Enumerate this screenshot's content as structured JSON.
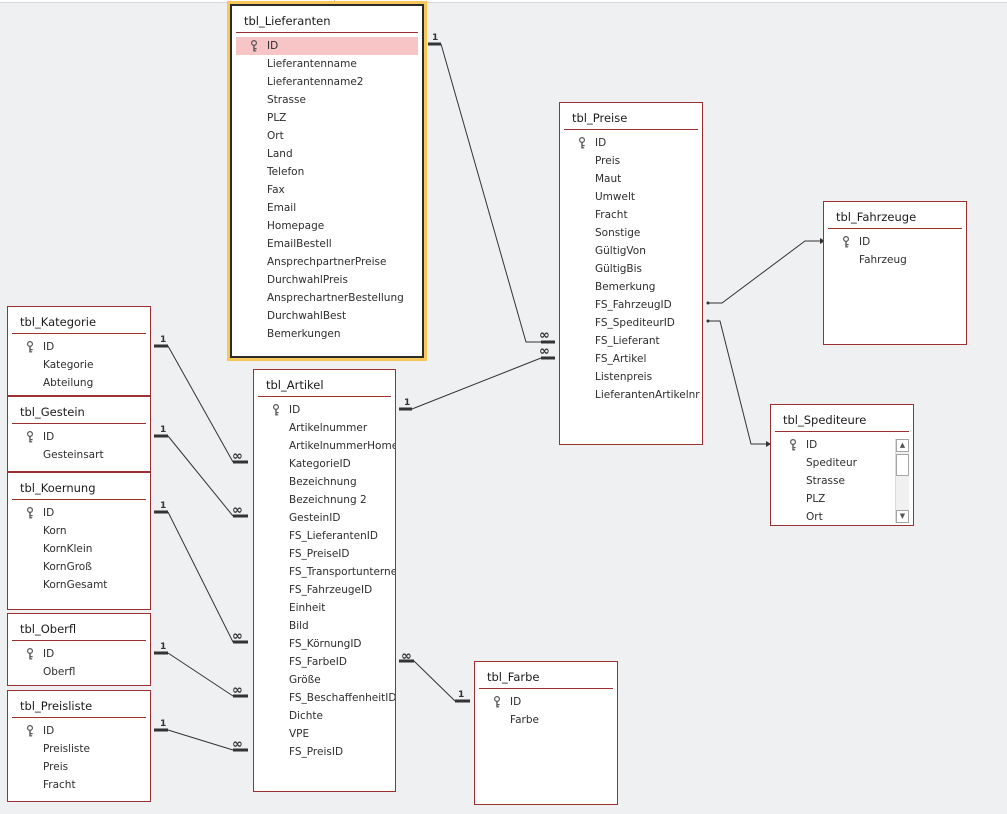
{
  "tables": [
    {
      "id": "lieferanten",
      "name": "tbl_Lieferanten",
      "fields": [
        "ID",
        "Lieferantenname",
        "Lieferantenname2",
        "Strasse",
        "PLZ",
        "Ort",
        "Land",
        "Telefon",
        "Fax",
        "Email",
        "Homepage",
        "EmailBestell",
        "AnsprechpartnerPreise",
        "DurchwahlPreis",
        "AnsprechartnerBestellung",
        "DurchwahlBest",
        "Bemerkungen"
      ]
    },
    {
      "id": "preise",
      "name": "tbl_Preise",
      "fields": [
        "ID",
        "Preis",
        "Maut",
        "Umwelt",
        "Fracht",
        "Sonstige",
        "GültigVon",
        "GültigBis",
        "Bemerkung",
        "FS_FahrzeugID",
        "FS_SpediteurID",
        "FS_Lieferant",
        "FS_Artikel",
        "Listenpreis",
        "LieferantenArtikelnr"
      ]
    },
    {
      "id": "fahrzeuge",
      "name": "tbl_Fahrzeuge",
      "fields": [
        "ID",
        "Fahrzeug"
      ]
    },
    {
      "id": "spediteure",
      "name": "tbl_Spediteure",
      "fields": [
        "ID",
        "Spediteur",
        "Strasse",
        "PLZ",
        "Ort"
      ]
    },
    {
      "id": "kategorie",
      "name": "tbl_Kategorie",
      "fields": [
        "ID",
        "Kategorie",
        "Abteilung"
      ]
    },
    {
      "id": "gestein",
      "name": "tbl_Gestein",
      "fields": [
        "ID",
        "Gesteinsart"
      ]
    },
    {
      "id": "koernung",
      "name": "tbl_Koernung",
      "fields": [
        "ID",
        "Korn",
        "KornKlein",
        "KornGroß",
        "KornGesamt"
      ]
    },
    {
      "id": "oberfl",
      "name": "tbl_Oberfl",
      "fields": [
        "ID",
        "Oberfl"
      ]
    },
    {
      "id": "preisliste",
      "name": "tbl_Preisliste",
      "fields": [
        "ID",
        "Preisliste",
        "Preis",
        "Fracht"
      ]
    },
    {
      "id": "artikel",
      "name": "tbl_Artikel",
      "fields": [
        "ID",
        "Artikelnummer",
        "ArtikelnummerHome",
        "KategorieID",
        "Bezeichnung",
        "Bezeichnung 2",
        "GesteinID",
        "FS_LieferantenID",
        "FS_PreiseID",
        "FS_Transportunternehmen",
        "FS_FahrzeugeID",
        "Einheit",
        "Bild",
        "FS_KörnungID",
        "FS_FarbeID",
        "Größe",
        "FS_BeschaffenheitID",
        "Dichte",
        "VPE",
        "FS_PreisID"
      ]
    },
    {
      "id": "farbe",
      "name": "tbl_Farbe",
      "fields": [
        "ID",
        "Farbe"
      ]
    }
  ],
  "relationships": [
    {
      "from": "tbl_Lieferanten.ID",
      "to": "tbl_Preise.FS_Lieferant",
      "one_label": "1",
      "many_label": "∞"
    },
    {
      "from": "tbl_Artikel.ID",
      "to": "tbl_Preise.FS_Artikel",
      "one_label": "1",
      "many_label": "∞"
    },
    {
      "from": "tbl_Preise.FS_FahrzeugID",
      "to": "tbl_Fahrzeuge.ID"
    },
    {
      "from": "tbl_Preise.FS_SpediteurID",
      "to": "tbl_Spediteure.ID"
    },
    {
      "from": "tbl_Kategorie.ID",
      "to": "tbl_Artikel.KategorieID",
      "one_label": "1",
      "many_label": "∞"
    },
    {
      "from": "tbl_Gestein.ID",
      "to": "tbl_Artikel.GesteinID",
      "one_label": "1",
      "many_label": "∞"
    },
    {
      "from": "tbl_Koernung.ID",
      "to": "tbl_Artikel.FS_KörnungID",
      "one_label": "1",
      "many_label": "∞"
    },
    {
      "from": "tbl_Oberfl.ID",
      "to": "tbl_Artikel.FS_BeschaffenheitID",
      "one_label": "1",
      "many_label": "∞"
    },
    {
      "from": "tbl_Preisliste.ID",
      "to": "tbl_Artikel.FS_PreisID",
      "one_label": "1",
      "many_label": "∞"
    },
    {
      "from": "tbl_Farbe.ID",
      "to": "tbl_Artikel.FS_FarbeID",
      "one_label": "1",
      "many_label": "∞"
    }
  ],
  "colors": {
    "table_border": "#9c3030",
    "selected_outline": "#f7c75a",
    "highlight_row": "#f7c5c5",
    "canvas": "#eef0f2"
  },
  "icons": {
    "primary_key": "key-icon",
    "scroll_up": "scroll-up-arrow-icon",
    "scroll_down": "scroll-down-arrow-icon"
  },
  "selected_table": "tbl_Lieferanten",
  "highlighted_field": "tbl_Lieferanten.ID"
}
